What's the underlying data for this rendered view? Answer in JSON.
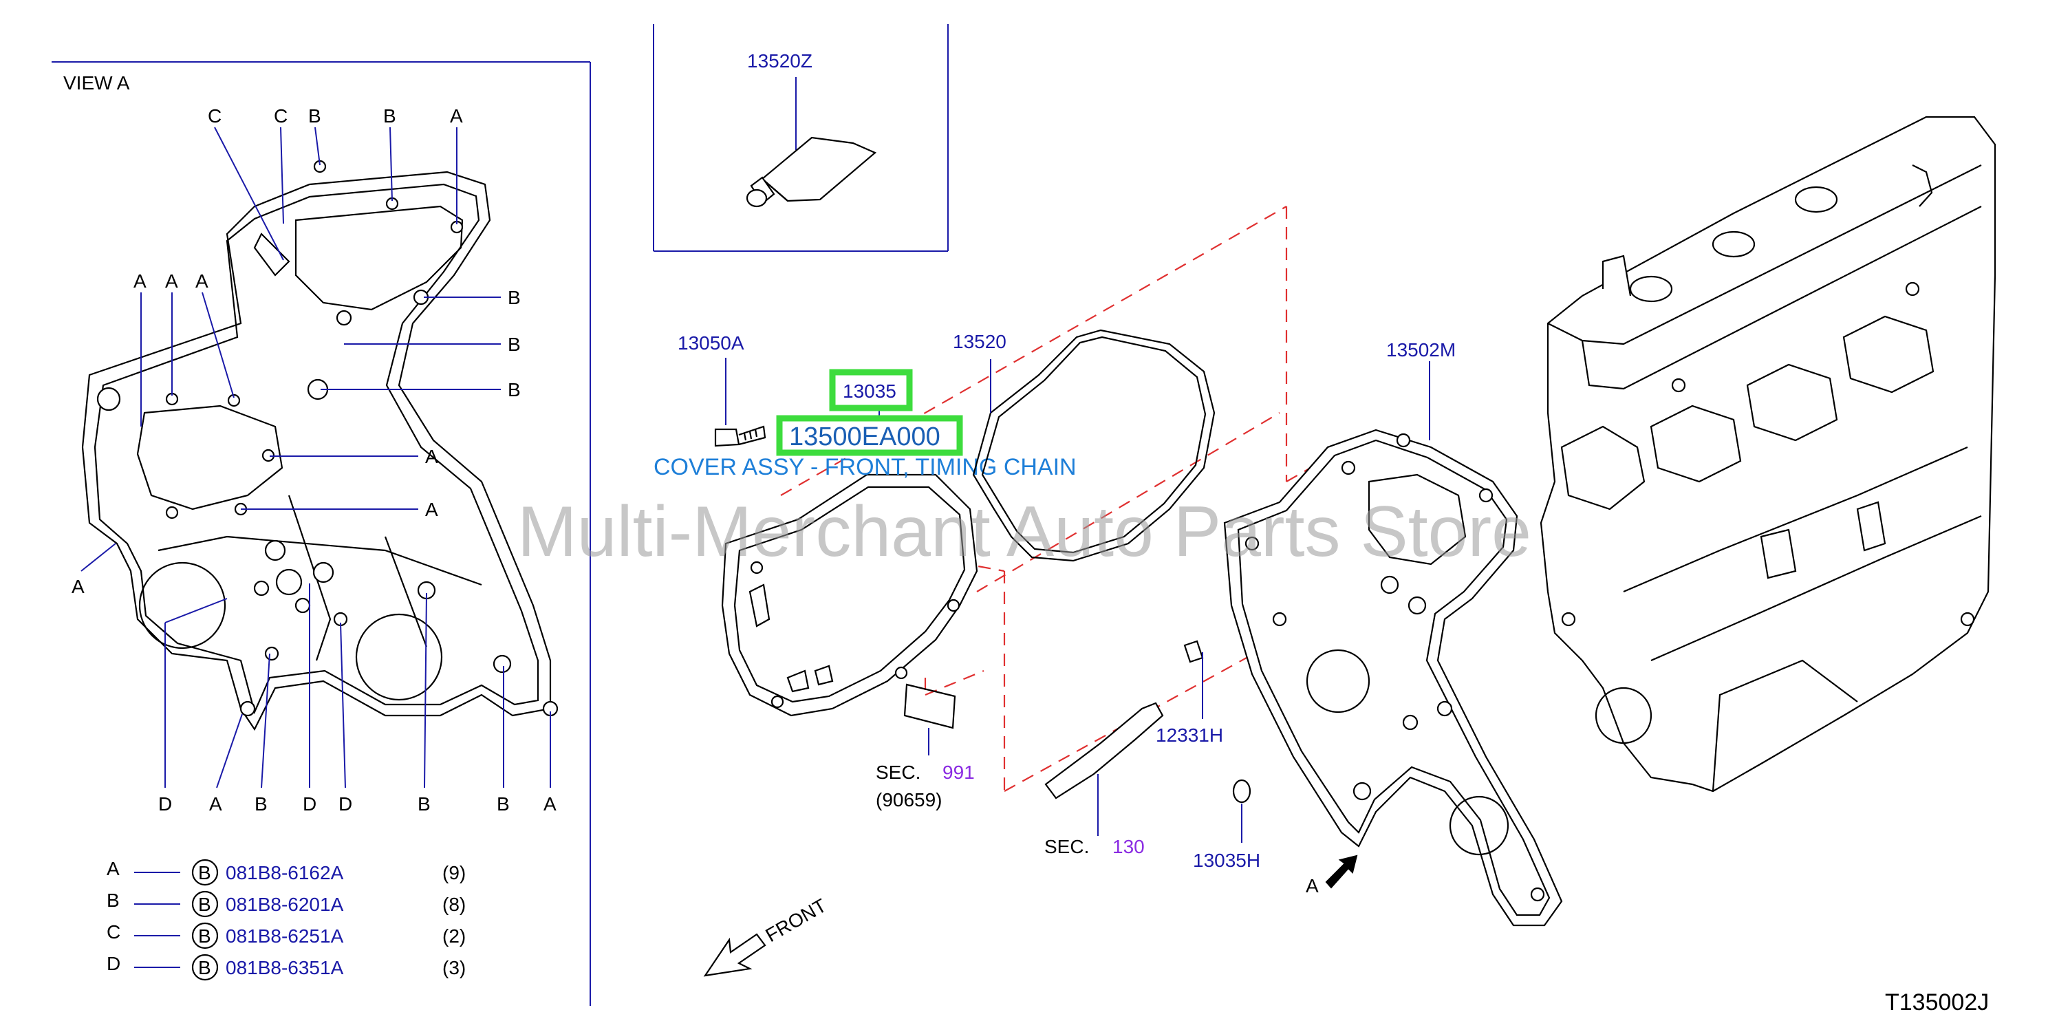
{
  "colors": {
    "part_number": "#1a1aa8",
    "section_ref": "#8a2be2",
    "highlight": "#3ddc3d",
    "selected_part": "#1a5fb4",
    "assembly_name": "#1e7fd8",
    "dashed_lines": "#e03030"
  },
  "view": {
    "title": "VIEW A"
  },
  "view_letters": {
    "top": [
      "C",
      "C",
      "B",
      "B",
      "A"
    ],
    "left": [
      "A",
      "A",
      "A"
    ],
    "right": [
      "B",
      "B",
      "B",
      "A",
      "A"
    ],
    "side_left": "A",
    "bottom": [
      "D",
      "A",
      "B",
      "D",
      "D",
      "B",
      "B",
      "A"
    ]
  },
  "legend": [
    {
      "letter": "A",
      "symbol": "B",
      "part": "081B8-6162A",
      "qty": "(9)"
    },
    {
      "letter": "B",
      "symbol": "B",
      "part": "081B8-6201A",
      "qty": "(8)"
    },
    {
      "letter": "C",
      "symbol": "B",
      "part": "081B8-6251A",
      "qty": "(2)"
    },
    {
      "letter": "D",
      "symbol": "B",
      "part": "081B8-6351A",
      "qty": "(3)"
    }
  ],
  "parts": {
    "p13520Z": "13520Z",
    "p13050A": "13050A",
    "p13035": "13035",
    "p13500": "13500EA000",
    "assembly_name": "COVER ASSY - FRONT, TIMING CHAIN",
    "p13520": "13520",
    "p13502M": "13502M",
    "p12331H": "12331H",
    "p13035H": "13035H"
  },
  "sections": {
    "sec_label": "SEC.",
    "sec991": "991",
    "sec991_sub": "(90659)",
    "sec130": "130"
  },
  "front": {
    "label": "FRONT"
  },
  "arrow_a": {
    "label": "A"
  },
  "watermark": "Multi-Merchant Auto Parts Store",
  "drawing_code": "T135002J"
}
